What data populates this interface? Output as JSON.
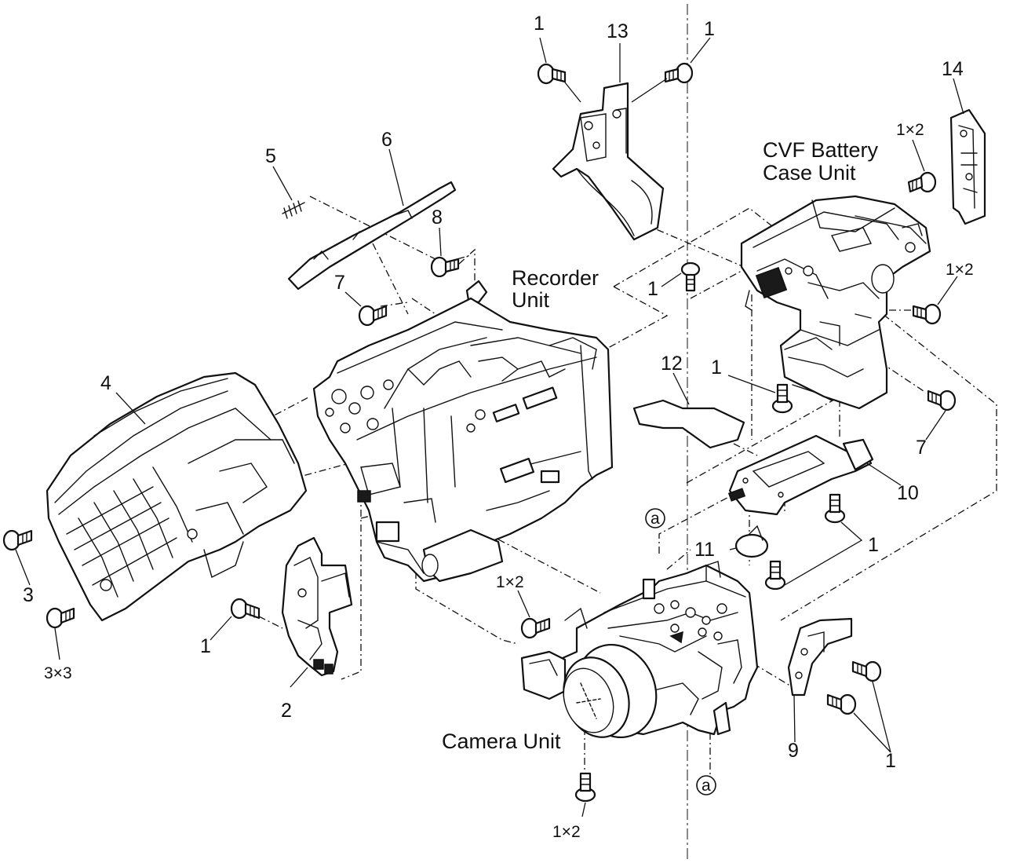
{
  "units": {
    "recorder_1": "Recorder",
    "recorder_2": "Unit",
    "cvf_1": "CVF Battery",
    "cvf_2": "Case Unit",
    "camera": "Camera Unit"
  },
  "callouts": {
    "c1_top_left": "1",
    "c13": "13",
    "c1_top_right": "1",
    "c14": "14",
    "c1x2_cvf_top": "1×2",
    "c1x2_cvf_right": "1×2",
    "c5": "5",
    "c6": "6",
    "c8": "8",
    "c7_left": "7",
    "c1_recorder": "1",
    "c4": "4",
    "c12": "12",
    "c1_mid": "1",
    "c7_right": "7",
    "c10": "10",
    "c3": "3",
    "c3x3": "3×3",
    "c1_bracket": "1",
    "c2": "2",
    "c11": "11",
    "c1_board": "1",
    "c1x2_camera_top": "1×2",
    "c1x2_camera_bottom": "1×2",
    "c9": "9",
    "c1_bottom_right": "1"
  },
  "refs": {
    "a_mid": "a",
    "a_bottom": "a"
  }
}
